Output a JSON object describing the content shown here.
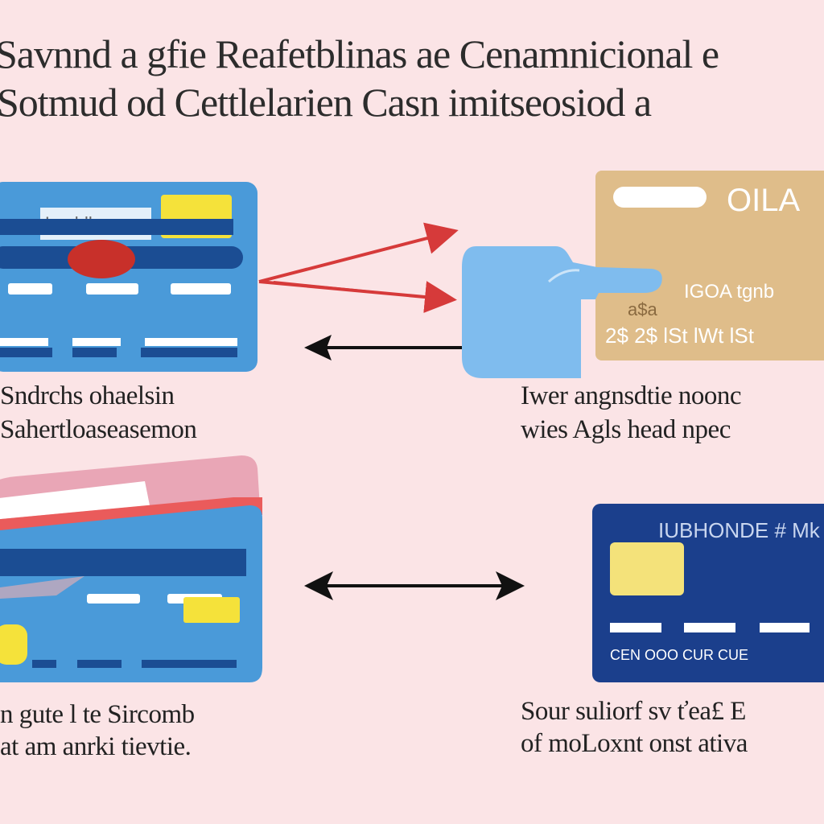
{
  "title": {
    "line1": "Savnnd a gfie Reafetblinas ae Cenamnicional e",
    "line2": "Sotmud od Cettlelarien Casn imitseosiod a"
  },
  "cards": {
    "top_left": {
      "label_chip": "Lnaldhs"
    },
    "top_right": {
      "brand": "OILA",
      "row1": "IGOA  tgnb",
      "row2": "a$a",
      "row3": "2$  2$  lSt  lWt  lSt"
    },
    "bottom_right": {
      "brand": "IUBHONDE  #  Mk",
      "numbers": "CEN  OOO  CUR  CUE"
    }
  },
  "captions": {
    "top_left": [
      "Sndrchs ohaelsin",
      "Sahertloaseasemon"
    ],
    "top_right": [
      "Iwer angnsdtie noonc",
      "wies Agls head npec"
    ],
    "bottom_left": [
      "n gute l te Sircomb",
      "at am anrki tievtie."
    ],
    "bottom_right": [
      "Sour suliorf sv ťea£ E",
      "of moLoxnt onst ativa"
    ]
  },
  "colors": {
    "background": "#fbe4e6",
    "card_blue": "#4a9ad9",
    "card_navy": "#1b3f8c",
    "card_gold": "#dcc58f",
    "chip_yellow": "#f5e23a",
    "hand_blue": "#7fbcee",
    "arrow_red": "#d63a3a",
    "arrow_black": "#111111"
  }
}
